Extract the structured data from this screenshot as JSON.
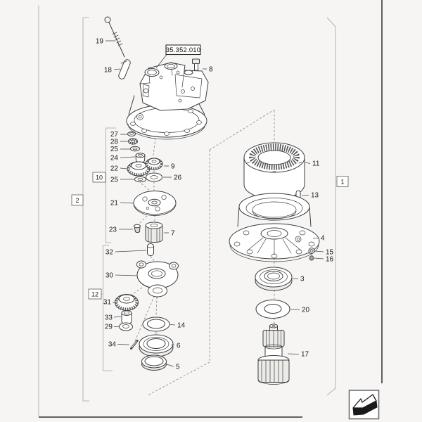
{
  "page": {
    "background": "#f6f5f3",
    "corner_icon": "page-turn-arrow"
  },
  "colors": {
    "line": "#3e3e3e",
    "bracket": "#bab8b3",
    "dash": "#8f8f8f",
    "text": "#1c1c1c"
  },
  "drawing": {
    "ref_label": "35.352.010",
    "group_labels": {
      "g1": "1",
      "g2": "2",
      "g10": "10",
      "g12": "12"
    },
    "callouts": {
      "c3": "3",
      "c4": "4",
      "c5": "5",
      "c6": "6",
      "c7": "7",
      "c8": "8",
      "c9": "9",
      "c11": "11",
      "c13": "13",
      "c14": "14",
      "c15": "15",
      "c16": "16",
      "c17": "17",
      "c18": "18",
      "c19": "19",
      "c20": "20",
      "c21": "21",
      "c22": "22",
      "c23": "23",
      "c24": "24",
      "c25a": "25",
      "c25b": "25",
      "c26": "26",
      "c27": "27",
      "c28": "28",
      "c29": "29",
      "c30": "30",
      "c31": "31",
      "c32": "32",
      "c33": "33",
      "c34": "34"
    }
  }
}
